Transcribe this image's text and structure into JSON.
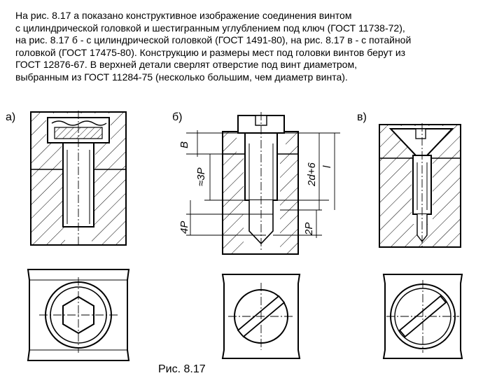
{
  "text_lines": [
    "На рис. 8.17 а показано конструктивное изображение соединения винтом",
    "с цилиндрической головкой и шестигранным углублением под ключ (ГОСТ 11738-72),",
    "на рис. 8.17 б - с цилиндрической головкой (ГОСТ 1491-80), на рис. 8.17 в - с потайной",
    "головкой (ГОСТ 17475-80). Конструкцию и размеры мест под головки винтов берут  из",
    "ГОСТ 12876-67. В верхней детали сверлят отверстие под винт диаметром,",
    "выбранным из ГОСТ 11284-75 (несколько большим, чем диаметр винта)."
  ],
  "figure": {
    "view_labels": {
      "a": "а)",
      "b": "б)",
      "v": "в)"
    },
    "dimensions": {
      "B": "B",
      "three_p": "≈3P",
      "four_p": "4P",
      "two_d": "2d+6",
      "l": "l",
      "two_p": "2P"
    },
    "caption": "Рис. 8.17"
  }
}
